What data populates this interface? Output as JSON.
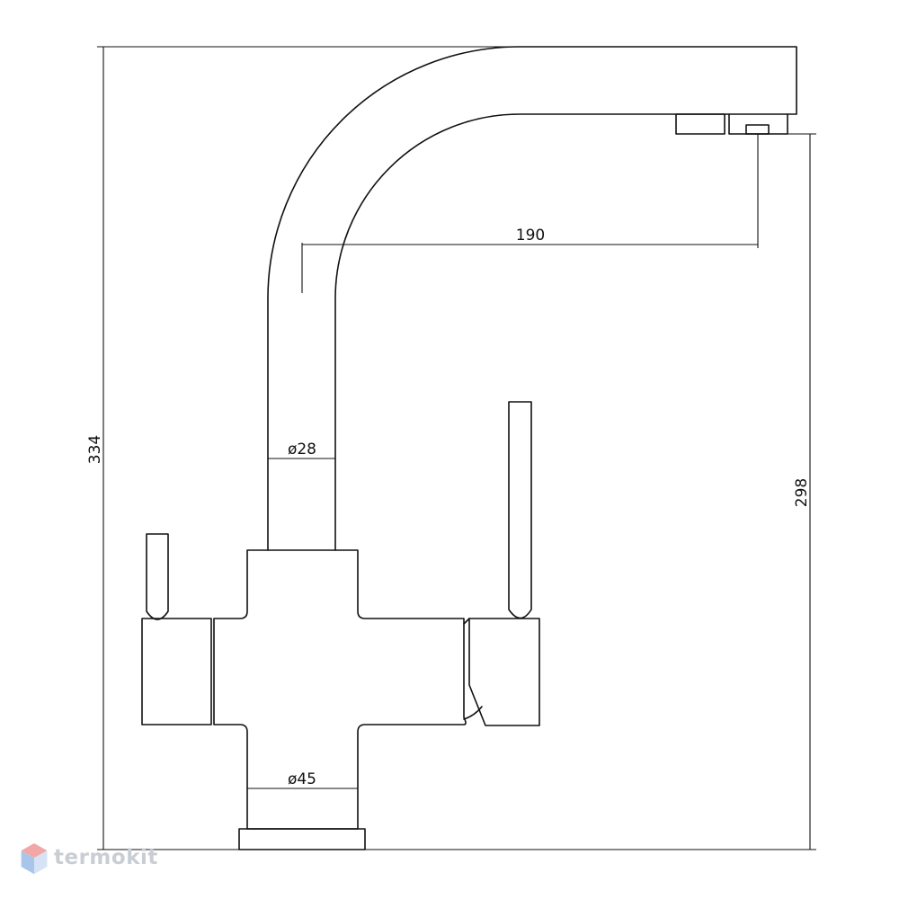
{
  "dimensions": {
    "total_height": "334",
    "outlet_height": "298",
    "spout_reach": "190",
    "spout_diameter": "ø28",
    "body_diameter": "ø45"
  },
  "brand": {
    "name": "termokit",
    "colors": {
      "logo_top": "#f2a7a7",
      "logo_left": "#a9c6ea",
      "logo_right": "#d6e3f4",
      "text": "#c9ced4"
    }
  },
  "drawing": {
    "line_color": "#111111",
    "background": "#ffffff"
  }
}
